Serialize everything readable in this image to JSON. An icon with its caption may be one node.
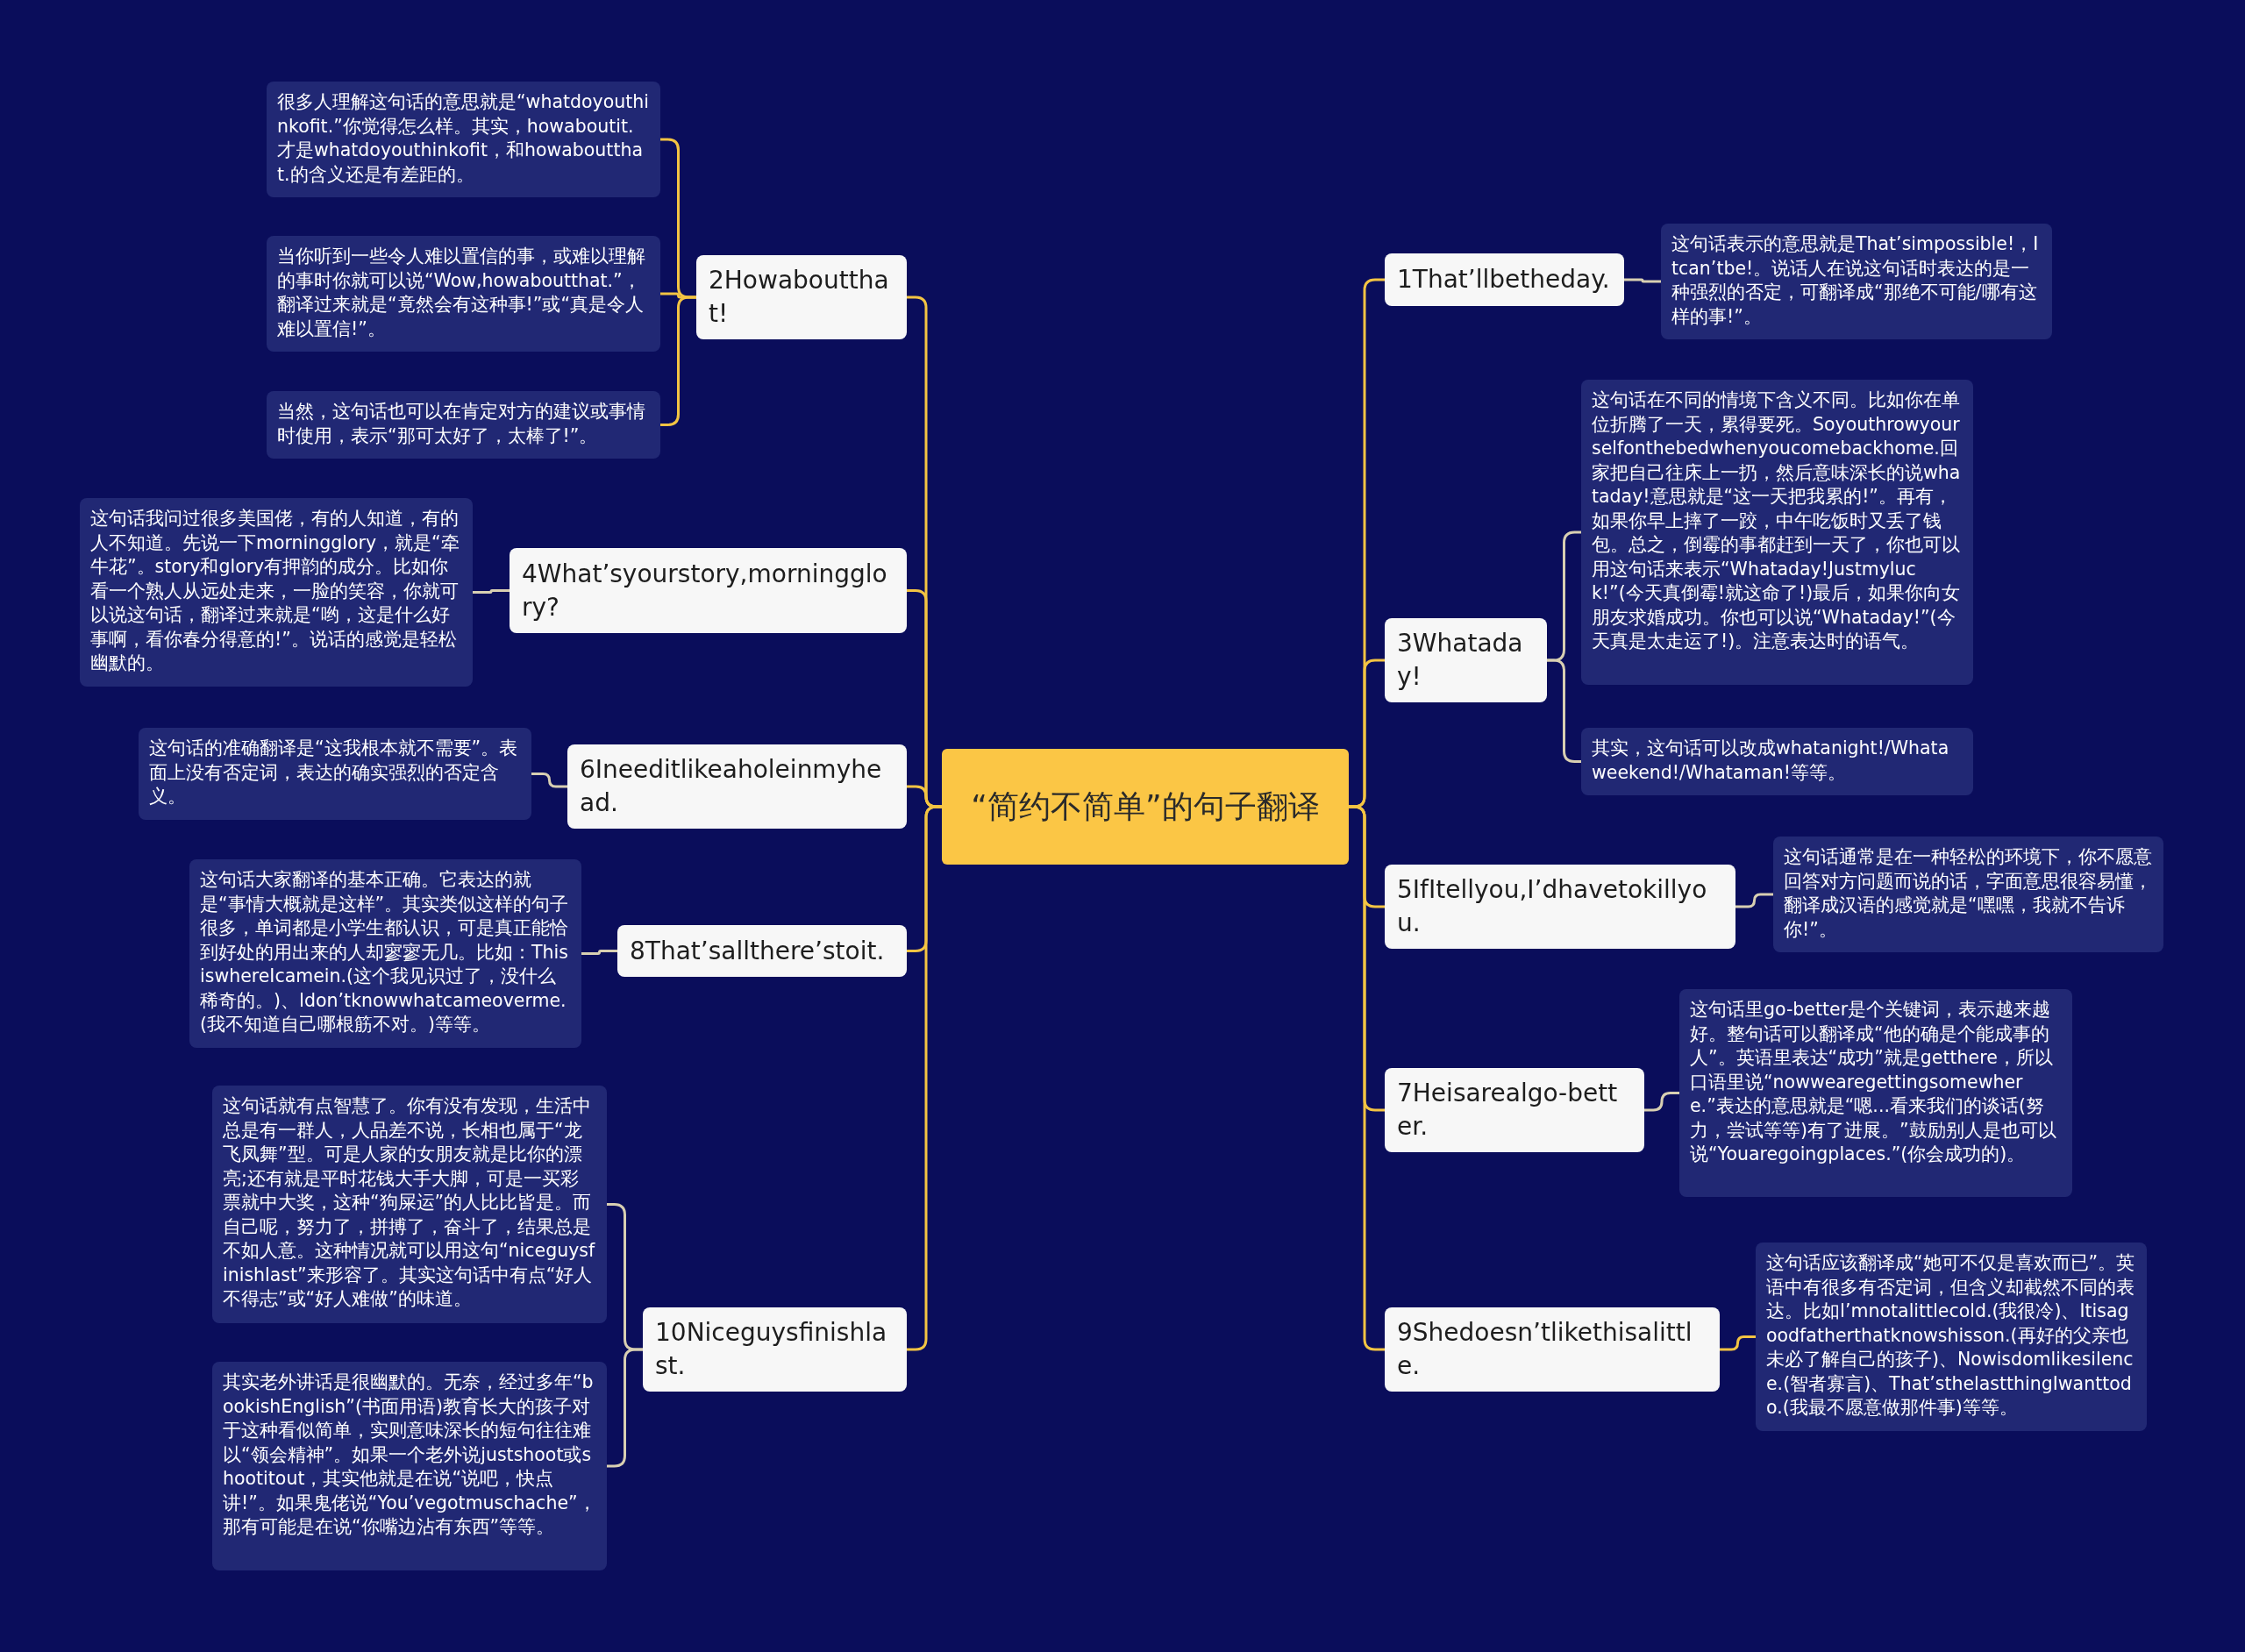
{
  "diagram": {
    "nodes": [
      {
        "text": [
          "“简约不简单”的句子翻译"
        ]
      },
      {
        "text": [
          "1That’llbetheday."
        ]
      },
      {
        "text": [
          "这句话表示的意思就是That’simpossible!，Itcan’tbe!。说话人在说这句话时表达的是一种强烈的否定，可翻译成“那绝不可能/哪有这样的事!”。"
        ]
      },
      {
        "text": [
          "2Howaboutthat!"
        ]
      },
      {
        "text": [
          "很多人理解这句话的意思就是“whatdoyouthinkofit.”你觉得怎么样。其实，howaboutit.才是whatdoyouthinkofit，和howaboutthat.的含义还是有差距的。"
        ]
      },
      {
        "text": [
          "当你听到一些令人难以置信的事，或难以理解的事时你就可以说“Wow,howaboutthat.”，翻译过来就是“竟然会有这种事!”或“真是令人难以置信!”。"
        ]
      },
      {
        "text": [
          "当然，这句话也可以在肯定对方的建议或事情时使用，表示“那可太好了，太棒了!”。"
        ]
      },
      {
        "text": [
          "3Whataday!"
        ]
      },
      {
        "text": [
          "这句话在不同的情境下含义不同。比如你在单位折腾了一天，累得要死。Soyouthrowyourselfonthebedwhenyoucomebackhome.回家把自己往床上一扔，然后意味深长的说whataday!意思就是“这一天把我累的!”。再有，如果你早上摔了一跤，中午吃饭时又丢了钱包。总之，倒霉的事都赶到一天了，你也可以用这句话来表示“Whataday!Justmyluck!”(今天真倒霉!就这命了!)最后，如果你向女朋友求婚成功。你也可以说“Whataday!”(今天真是太走运了!)。注意表达时的语气。"
        ]
      },
      {
        "text": [
          "其实，这句话可以改成whatanight!/Whataweekend!/Whataman!等等。"
        ]
      },
      {
        "text": [
          "4What’syourstory,morningglory?"
        ]
      },
      {
        "text": [
          "这句话我问过很多美国佬，有的人知道，有的人不知道。先说一下morningglory，就是“牵牛花”。story和glory有押韵的成分。比如你看一个熟人从远处走来，一脸的笑容，你就可以说这句话，翻译过来就是“哟，这是什么好事啊，看你春分得意的!”。说话的感觉是轻松幽默的。"
        ]
      },
      {
        "text": [
          "5IfItellyou,I’dhavetokillyou."
        ]
      },
      {
        "text": [
          "这句话通常是在一种轻松的环境下，你不愿意回答对方问题而说的话，字面意思很容易懂，翻译成汉语的感觉就是“嘿嘿，我就不告诉你!”。"
        ]
      },
      {
        "text": [
          "6Ineeditlikeaholeinmyhead."
        ]
      },
      {
        "text": [
          "这句话的准确翻译是“这我根本就不需要”。表面上没有否定词，表达的确实强烈的否定含义。"
        ]
      },
      {
        "text": [
          "7Heisarealgo-better."
        ]
      },
      {
        "text": [
          "这句话里go-better是个关键词，表示越来越好。整句话可以翻译成“他的确是个能成事的人”。英语里表达“成功”就是getthere，所以口语里说“nowwearegettingsomewhere.”表达的意思就是“嗯...看来我们的谈话(努力，尝试等等)有了进展。”鼓励别人是也可以说“Youaregoingplaces.”(你会成功的)。"
        ]
      },
      {
        "text": [
          "8That’sallthere’stoit."
        ]
      },
      {
        "text": [
          "这句话大家翻译的基本正确。它表达的就是“事情大概就是这样”。其实类似这样的句子很多，单词都是小学生都认识，可是真正能恰到好处的用出来的人却寥寥无几。比如：ThisiswhereIcamein.(这个我见识过了，没什么稀奇的。)、Idon’tknowwhatcameoverme.(我不知道自己哪根筋不对。)等等。"
        ]
      },
      {
        "text": [
          "9Shedoesn’tlikethisalittle."
        ]
      },
      {
        "text": [
          "这句话应该翻译成“她可不仅是喜欢而已”。英语中有很多有否定词，但含义却截然不同的表达。比如I’mnotalittlecold.(我很冷)、Itisagoodfatherthatknowshisson.(再好的父亲也未必了解自己的孩子)、Nowisdomlikesilence.(智者寡言)、That’sthelastthingIwanttodo.(我最不愿意做那件事)等等。"
        ]
      },
      {
        "text": [
          "10Niceguysfinishlast."
        ]
      },
      {
        "text": [
          "这句话就有点智慧了。你有没有发现，生活中总是有一群人，人品差不说，长相也属于“龙飞凤舞”型。可是人家的女朋友就是比你的漂亮;还有就是平时花钱大手大脚，可是一买彩票就中大奖，这种“狗屎运”的人比比皆是。而自己呢，努力了，拼搏了，奋斗了，结果总是不如人意。这种情况就可以用这句“niceguysfinishlast”来形容了。其实这句话中有点“好人不得志”或“好人难做”的味道。"
        ]
      },
      {
        "text": [
          "其实老外讲话是很幽默的。无奈，经过多年“bookishEnglish”(书面用语)教育长大的孩子对于这种看似简单，实则意味深长的短句往往难以“领会精神”。如果一个老外说justshoot或shootitout，其实他就是在说“说吧，快点讲!”。如果鬼佬说“You’vegotmuschache”，那有可能是在说“你嘴边沾有东西”等等。"
        ]
      }
    ],
    "edges": [
      {
        "from": 0,
        "to": 1,
        "arrow": "none"
      },
      {
        "from": 0,
        "to": 3,
        "arrow": "none"
      },
      {
        "from": 0,
        "to": 7,
        "arrow": "none"
      },
      {
        "from": 0,
        "to": 10,
        "arrow": "none"
      },
      {
        "from": 0,
        "to": 12,
        "arrow": "none"
      },
      {
        "from": 0,
        "to": 14,
        "arrow": "none"
      },
      {
        "from": 0,
        "to": 16,
        "arrow": "none"
      },
      {
        "from": 0,
        "to": 18,
        "arrow": "none"
      },
      {
        "from": 0,
        "to": 20,
        "arrow": "none"
      },
      {
        "from": 0,
        "to": 22,
        "arrow": "none"
      },
      {
        "from": 1,
        "to": 2,
        "arrow": "none",
        "color": "#d8cfb2"
      },
      {
        "from": 3,
        "to": 4,
        "arrow": "none"
      },
      {
        "from": 3,
        "to": 5,
        "arrow": "none"
      },
      {
        "from": 3,
        "to": 6,
        "arrow": "none"
      },
      {
        "from": 7,
        "to": 8,
        "arrow": "none",
        "color": "#d8cfb2"
      },
      {
        "from": 7,
        "to": 9,
        "arrow": "none",
        "color": "#d8cfb2"
      },
      {
        "from": 10,
        "to": 11,
        "arrow": "none",
        "color": "#d8cfb2"
      },
      {
        "from": 12,
        "to": 13,
        "arrow": "none",
        "color": "#d8cfb2"
      },
      {
        "from": 14,
        "to": 15,
        "arrow": "none",
        "color": "#d8cfb2"
      },
      {
        "from": 16,
        "to": 17,
        "arrow": "none",
        "color": "#d8cfb2"
      },
      {
        "from": 18,
        "to": 19,
        "arrow": "none",
        "color": "#d8cfb2"
      },
      {
        "from": 20,
        "to": 21,
        "arrow": "none"
      },
      {
        "from": 22,
        "to": 23,
        "arrow": "none",
        "color": "#d8cfb2"
      },
      {
        "from": 22,
        "to": 24,
        "arrow": "none",
        "color": "#d8cfb2"
      }
    ]
  }
}
